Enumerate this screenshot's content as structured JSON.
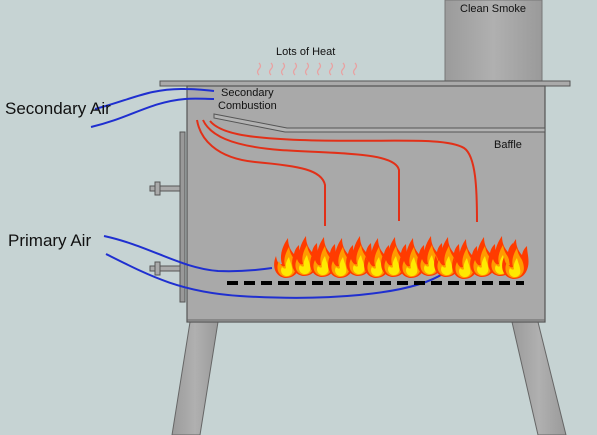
{
  "labels": {
    "clean_smoke": "Clean Smoke",
    "lots_of_heat": "Lots of Heat",
    "secondary_air": "Secondary Air",
    "secondary_combustion_line1": "Secondary",
    "secondary_combustion_line2": "Combustion",
    "baffle": "Baffle",
    "primary_air": "Primary Air"
  },
  "colors": {
    "background": "#c6d3d3",
    "stove_metal": "#a9a9a9",
    "stove_outline": "#555555",
    "air_flow": "#1f2fd0",
    "hot_gas": "#e23018",
    "flame_outer": "#ff3b00",
    "flame_middle": "#ff9b00",
    "flame_inner": "#ffe900",
    "grate": "#000000"
  },
  "icons": [
    "heat-wave-icon",
    "flame-icon",
    "air-flow-arrow-icon"
  ]
}
